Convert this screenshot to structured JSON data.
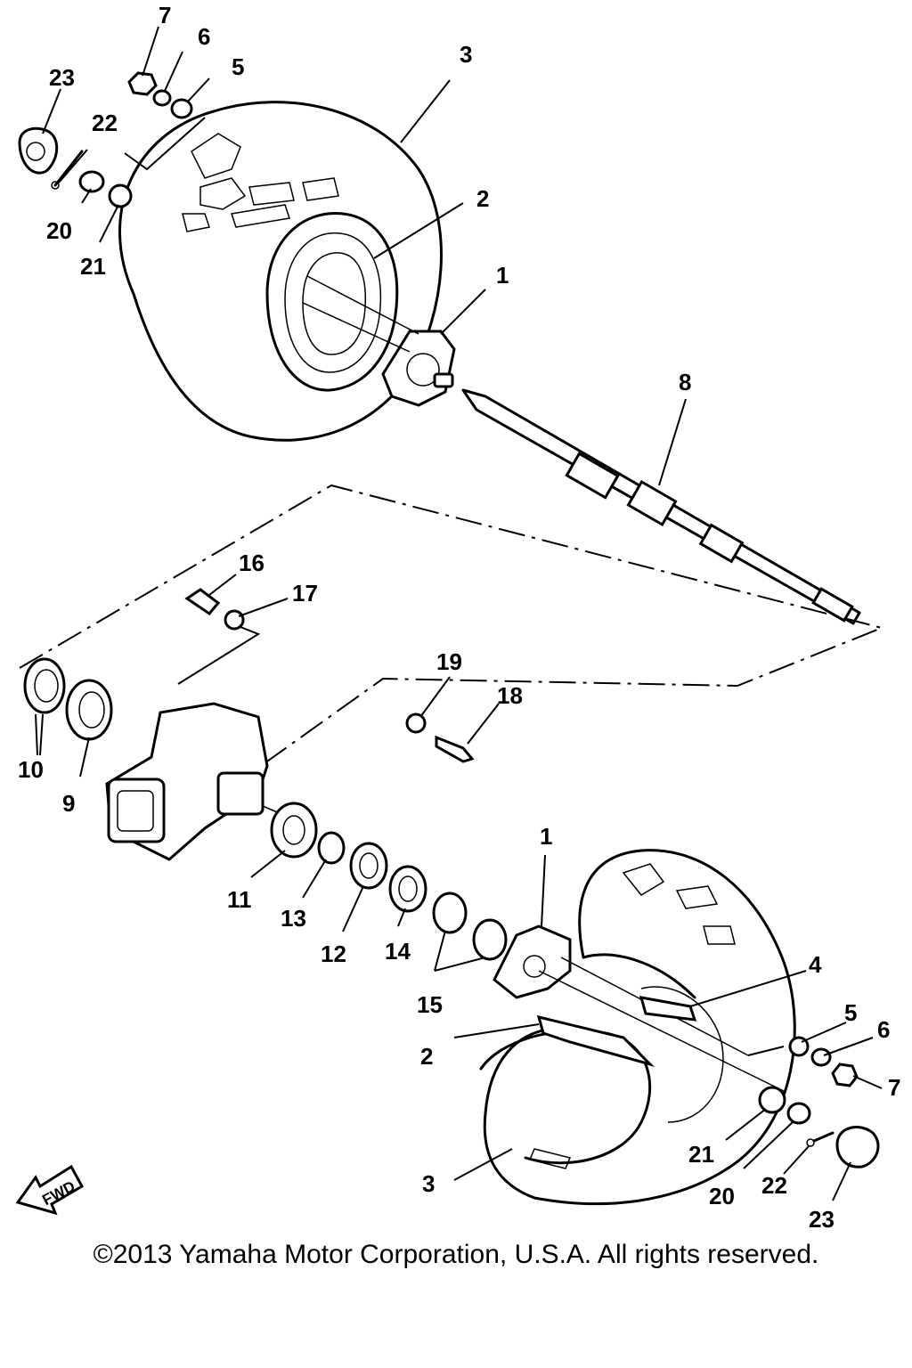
{
  "labels": [
    {
      "id": "l7a",
      "text": "7"
    },
    {
      "id": "l6a",
      "text": "6"
    },
    {
      "id": "l5a",
      "text": "5"
    },
    {
      "id": "l23a",
      "text": "23"
    },
    {
      "id": "l22a",
      "text": "22"
    },
    {
      "id": "l3a",
      "text": "3"
    },
    {
      "id": "l2a",
      "text": "2"
    },
    {
      "id": "l20a",
      "text": "20"
    },
    {
      "id": "l21a",
      "text": "21"
    },
    {
      "id": "l1a",
      "text": "1"
    },
    {
      "id": "l8",
      "text": "8"
    },
    {
      "id": "l16",
      "text": "16"
    },
    {
      "id": "l17",
      "text": "17"
    },
    {
      "id": "l19",
      "text": "19"
    },
    {
      "id": "l18",
      "text": "18"
    },
    {
      "id": "l10",
      "text": "10"
    },
    {
      "id": "l9",
      "text": "9"
    },
    {
      "id": "l11",
      "text": "11"
    },
    {
      "id": "l13",
      "text": "13"
    },
    {
      "id": "l12",
      "text": "12"
    },
    {
      "id": "l14",
      "text": "14"
    },
    {
      "id": "l15",
      "text": "15"
    },
    {
      "id": "l1b",
      "text": "1"
    },
    {
      "id": "l4",
      "text": "4"
    },
    {
      "id": "l5b",
      "text": "5"
    },
    {
      "id": "l6b",
      "text": "6"
    },
    {
      "id": "l2b",
      "text": "2"
    },
    {
      "id": "l7b",
      "text": "7"
    },
    {
      "id": "l21b",
      "text": "21"
    },
    {
      "id": "l3b",
      "text": "3"
    },
    {
      "id": "l20b",
      "text": "20"
    },
    {
      "id": "l22b",
      "text": "22"
    },
    {
      "id": "l23b",
      "text": "23"
    }
  ],
  "fwd_text": "FWD",
  "copyright": "©2013 Yamaha Motor Corporation, U.S.A. All rights reserved."
}
